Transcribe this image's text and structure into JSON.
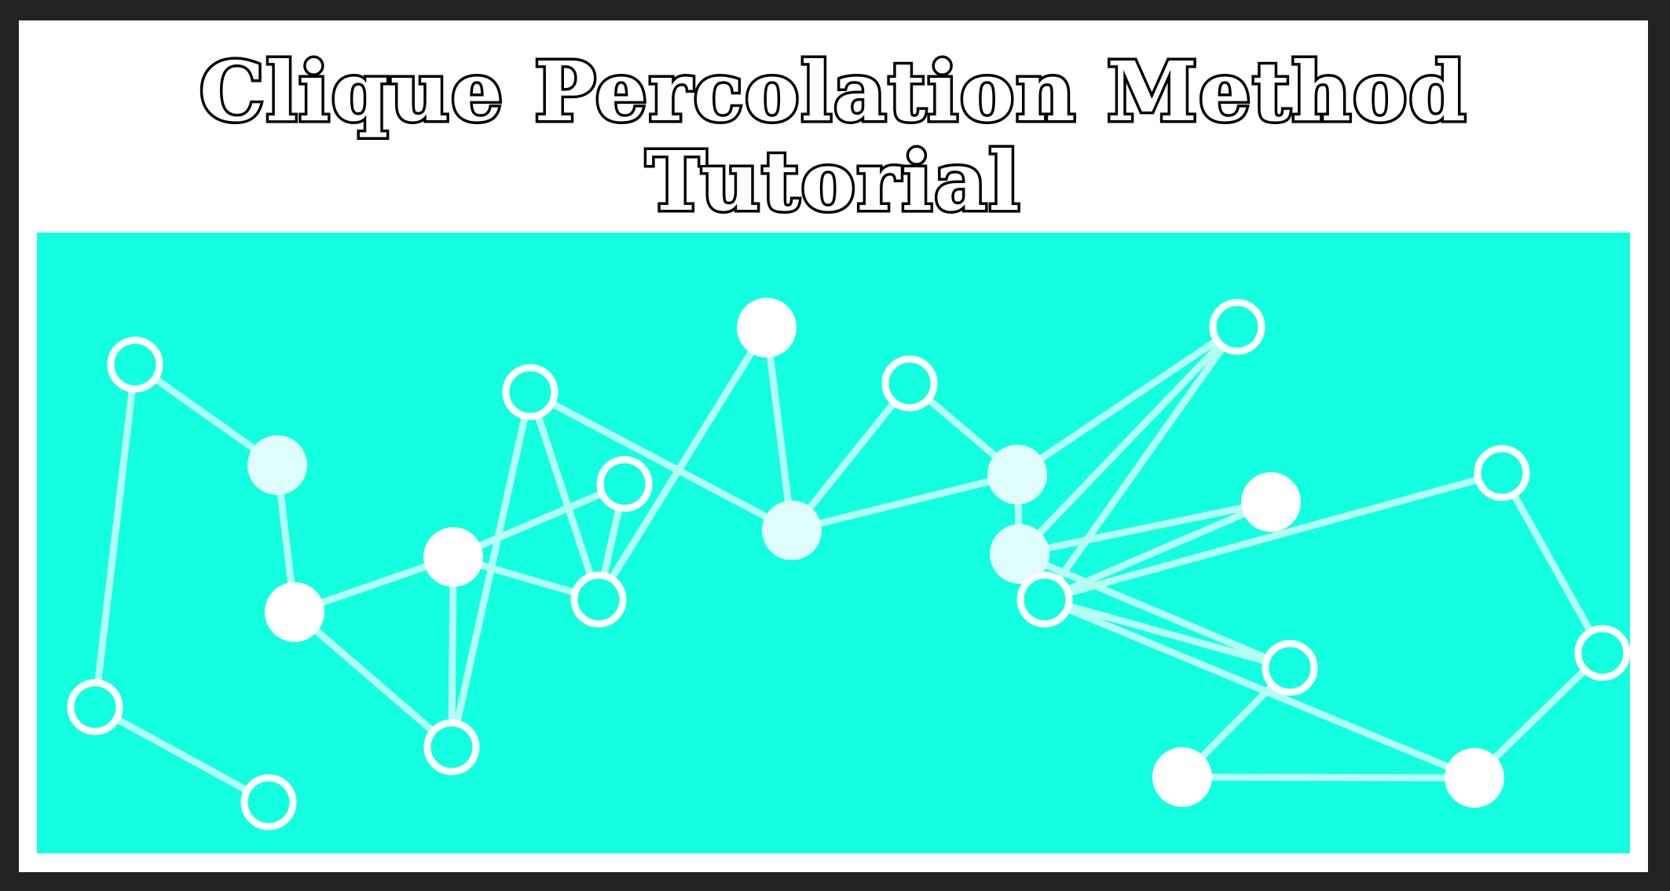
{
  "title": {
    "line1": "Clique Percolation Method",
    "line2": "Tutorial"
  },
  "colors": {
    "page_border": "#222222",
    "frame_background": "#ffffff",
    "panel_background": "#13ffe0",
    "edge": "#b4fdf3",
    "node_solid": "#ffffff",
    "node_pale": "#dffdfa",
    "node_hollow_stroke": "#ffffff",
    "title_fill": "#ffffff",
    "title_outline": "#000000"
  },
  "graph": {
    "nodes": [
      {
        "id": "n1",
        "style": "hollow"
      },
      {
        "id": "n2",
        "style": "pale"
      },
      {
        "id": "n3",
        "style": "hollow"
      },
      {
        "id": "n4",
        "style": "hollow"
      },
      {
        "id": "n5",
        "style": "solid"
      },
      {
        "id": "n6",
        "style": "solid"
      },
      {
        "id": "n7",
        "style": "hollow"
      },
      {
        "id": "n8",
        "style": "hollow"
      },
      {
        "id": "n9",
        "style": "hollow"
      },
      {
        "id": "n10",
        "style": "hollow"
      },
      {
        "id": "n11",
        "style": "solid"
      },
      {
        "id": "n12",
        "style": "pale"
      },
      {
        "id": "n13",
        "style": "hollow"
      },
      {
        "id": "n14",
        "style": "pale"
      },
      {
        "id": "n15",
        "style": "hollow"
      },
      {
        "id": "n16",
        "style": "pale"
      },
      {
        "id": "n17",
        "style": "solid"
      },
      {
        "id": "n18",
        "style": "hollow"
      },
      {
        "id": "n19",
        "style": "hollow"
      },
      {
        "id": "n20",
        "style": "solid"
      },
      {
        "id": "n21",
        "style": "hollow"
      },
      {
        "id": "n22",
        "style": "solid"
      },
      {
        "id": "n23",
        "style": "hollow"
      }
    ],
    "edges": [
      [
        "n1",
        "n2"
      ],
      [
        "n1",
        "n3"
      ],
      [
        "n3",
        "n4"
      ],
      [
        "n2",
        "n5"
      ],
      [
        "n5",
        "n6"
      ],
      [
        "n5",
        "n7"
      ],
      [
        "n6",
        "n7"
      ],
      [
        "n7",
        "n8"
      ],
      [
        "n6",
        "n9"
      ],
      [
        "n6",
        "n10"
      ],
      [
        "n9",
        "n10"
      ],
      [
        "n8",
        "n10"
      ],
      [
        "n10",
        "n11"
      ],
      [
        "n8",
        "n12"
      ],
      [
        "n11",
        "n12"
      ],
      [
        "n12",
        "n13"
      ],
      [
        "n13",
        "n14"
      ],
      [
        "n12",
        "n14"
      ],
      [
        "n14",
        "n15"
      ],
      [
        "n14",
        "n16"
      ],
      [
        "n15",
        "n18"
      ],
      [
        "n15",
        "n16"
      ],
      [
        "n16",
        "n19"
      ],
      [
        "n16",
        "n17"
      ],
      [
        "n17",
        "n18"
      ],
      [
        "n18",
        "n19"
      ],
      [
        "n18",
        "n22"
      ],
      [
        "n19",
        "n20"
      ],
      [
        "n20",
        "n22"
      ],
      [
        "n18",
        "n21"
      ],
      [
        "n21",
        "n23"
      ],
      [
        "n23",
        "n22"
      ]
    ]
  }
}
